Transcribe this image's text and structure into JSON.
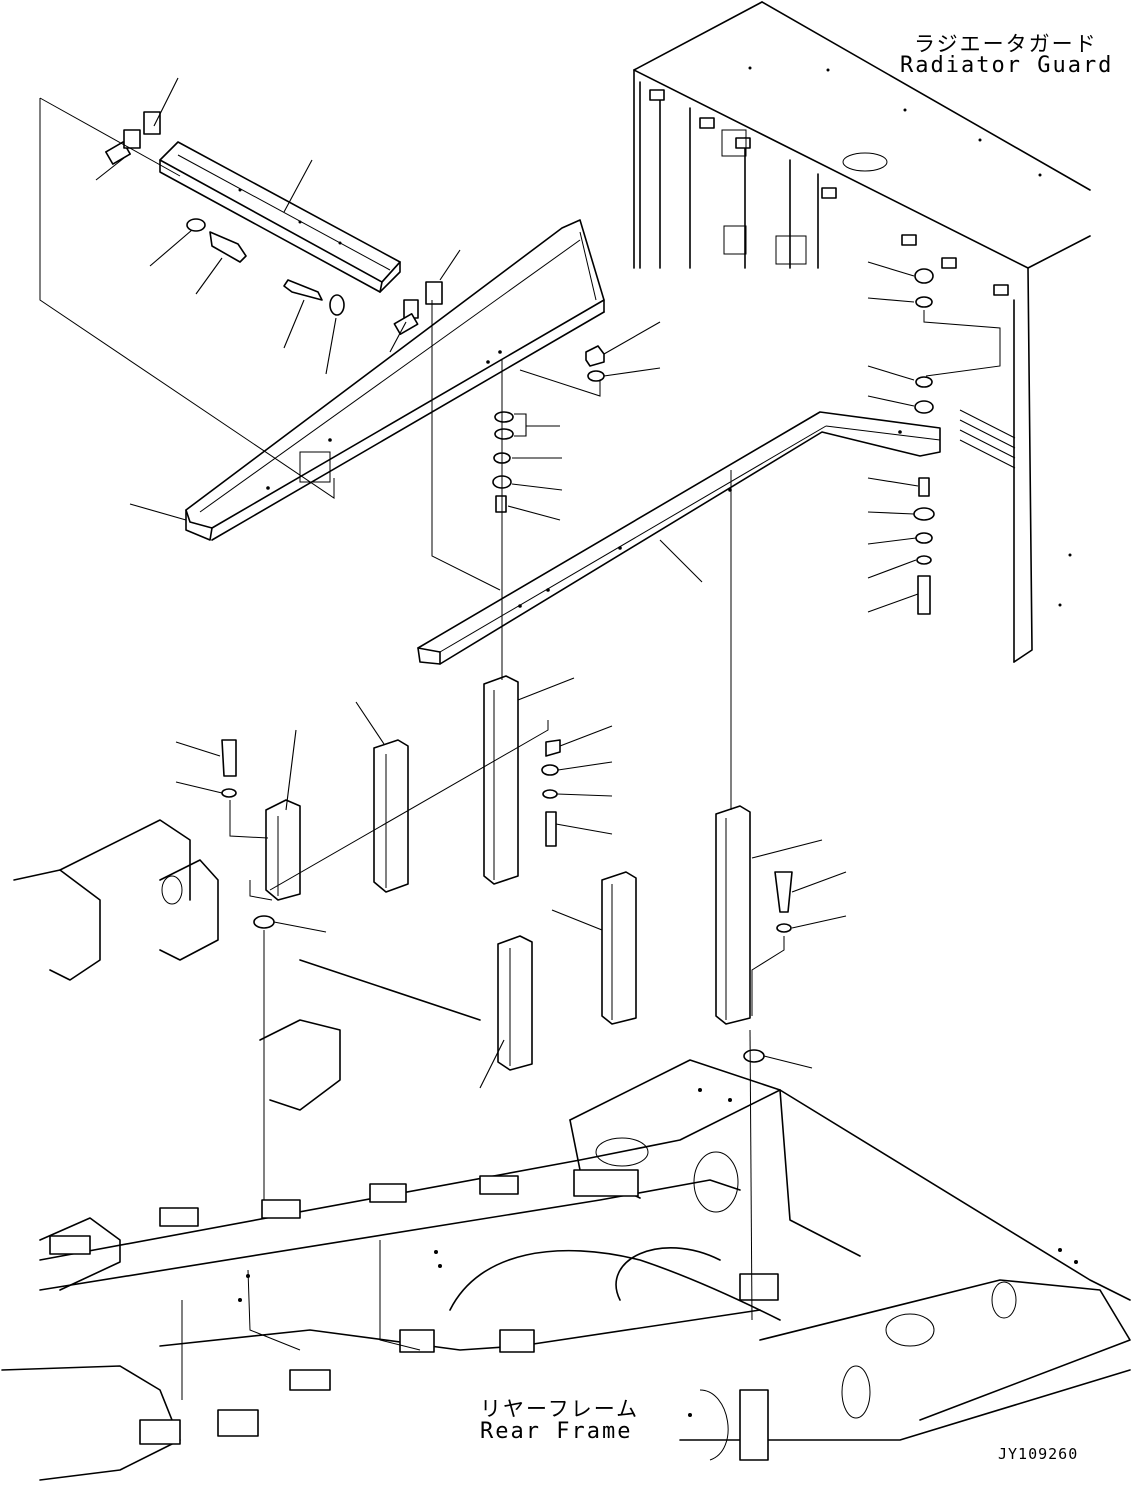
{
  "labels": {
    "radiator_guard_jp": "ラジエータガード",
    "radiator_guard_en": "Radiator Guard",
    "rear_frame_jp": "リヤーフレーム",
    "rear_frame_en": "Rear Frame",
    "drawing_code": "JY109260"
  }
}
